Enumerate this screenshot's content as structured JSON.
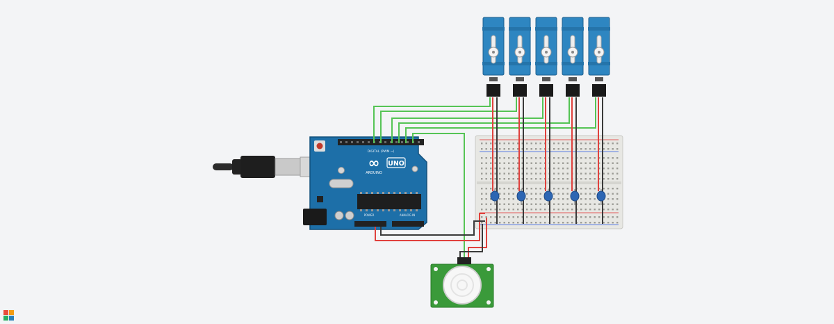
{
  "canvas": {
    "background": "#f3f4f6"
  },
  "board": {
    "logo_text": "∞",
    "model_label": "UNO",
    "brand_label": "ARDUINO",
    "header_label": "DIGITAL (PWM ~)",
    "power_label": "POWER",
    "analog_label": "ANALOG IN",
    "color": "#1d6fa8"
  },
  "servos": {
    "count": 5,
    "color": "#2e86c1"
  },
  "breadboard": {
    "color": "#e7e7e3"
  },
  "pir": {
    "color": "#3a9a3a"
  },
  "wires": {
    "signal": "#55c455",
    "power": "#e0413d",
    "ground": "#3a3a3a"
  },
  "app": {
    "logo": "app-logo"
  }
}
